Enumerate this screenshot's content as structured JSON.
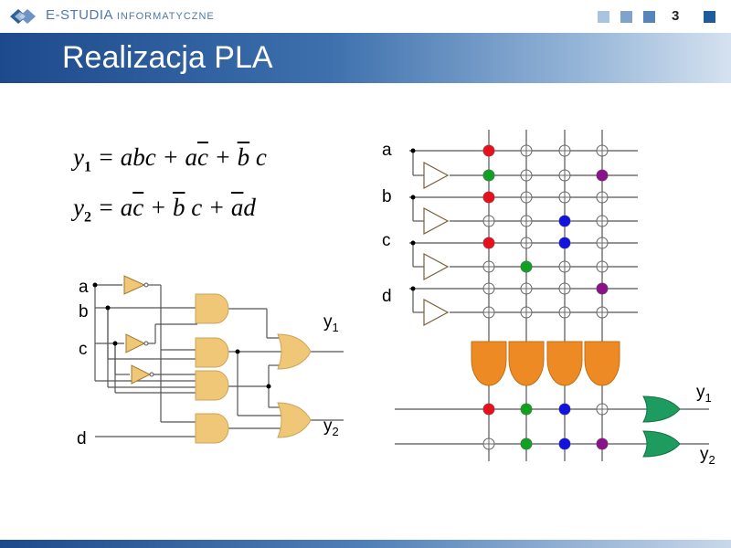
{
  "header": {
    "brand": "E-STUDIA",
    "brand_sub": "INFORMATYCZNE",
    "page_number": "3",
    "squares": [
      "#a9c3e0",
      "#7fa3cb",
      "#5585bb",
      "#1f5c9c"
    ]
  },
  "title": "Realizacja PLA",
  "equations": {
    "y1": {
      "lhs": "y",
      "sub": "1",
      "eq": " = ",
      "t1": "abc",
      "p1": " + ",
      "t2a": "a",
      "t2b": "c",
      "p2": " + ",
      "t3a": "b",
      "t3b": " c"
    },
    "y2": {
      "lhs": "y",
      "sub": "2",
      "eq": " = ",
      "t1a": "a",
      "t1b": "c",
      "p1": " + ",
      "t2a": "b",
      "t2b": " c",
      "p2": " + ",
      "t3a": "a",
      "t3b": "d"
    }
  },
  "left_diagram": {
    "inputs": [
      "a",
      "b",
      "c",
      "d"
    ],
    "out1": "y",
    "out1_sub": "1",
    "out2": "y",
    "out2_sub": "2"
  },
  "pla_diagram": {
    "inputs": [
      "a",
      "b",
      "c",
      "d"
    ],
    "out1": "y",
    "out1_sub": "1",
    "out2": "y",
    "out2_sub": "2"
  },
  "colors": {
    "gate": "#f0c777",
    "and_array": "#ed8a23",
    "or_gate": "#1e9b5e",
    "red": "#e8101c",
    "green": "#119f24",
    "blue": "#1313e0",
    "purple": "#8a138a"
  }
}
